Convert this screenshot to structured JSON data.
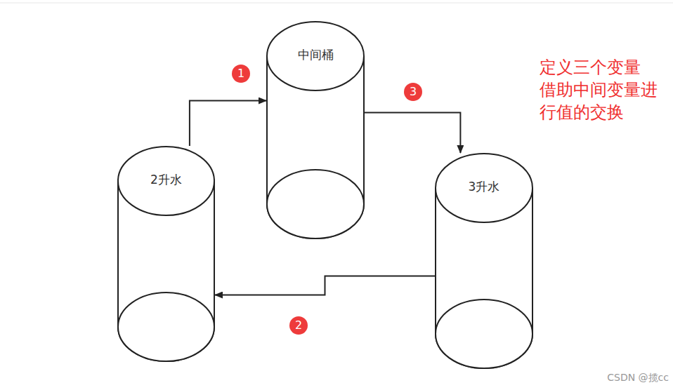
{
  "diagram": {
    "nodes": [
      {
        "text": [
          "2升水"
        ]
      },
      {
        "text": [
          "中间桶"
        ]
      },
      {
        "text": [
          "3升水"
        ]
      }
    ],
    "edges": [
      {
        "from": 0,
        "to": 1,
        "arrow": "to"
      },
      {
        "from": 2,
        "to": 0,
        "arrow": "to"
      },
      {
        "from": 1,
        "to": 2,
        "arrow": "to"
      }
    ],
    "labels": [
      "1",
      "3",
      "2",
      "定义三个变量 借助中间变量进行值的交换",
      "CSDN @揽cc"
    ]
  }
}
